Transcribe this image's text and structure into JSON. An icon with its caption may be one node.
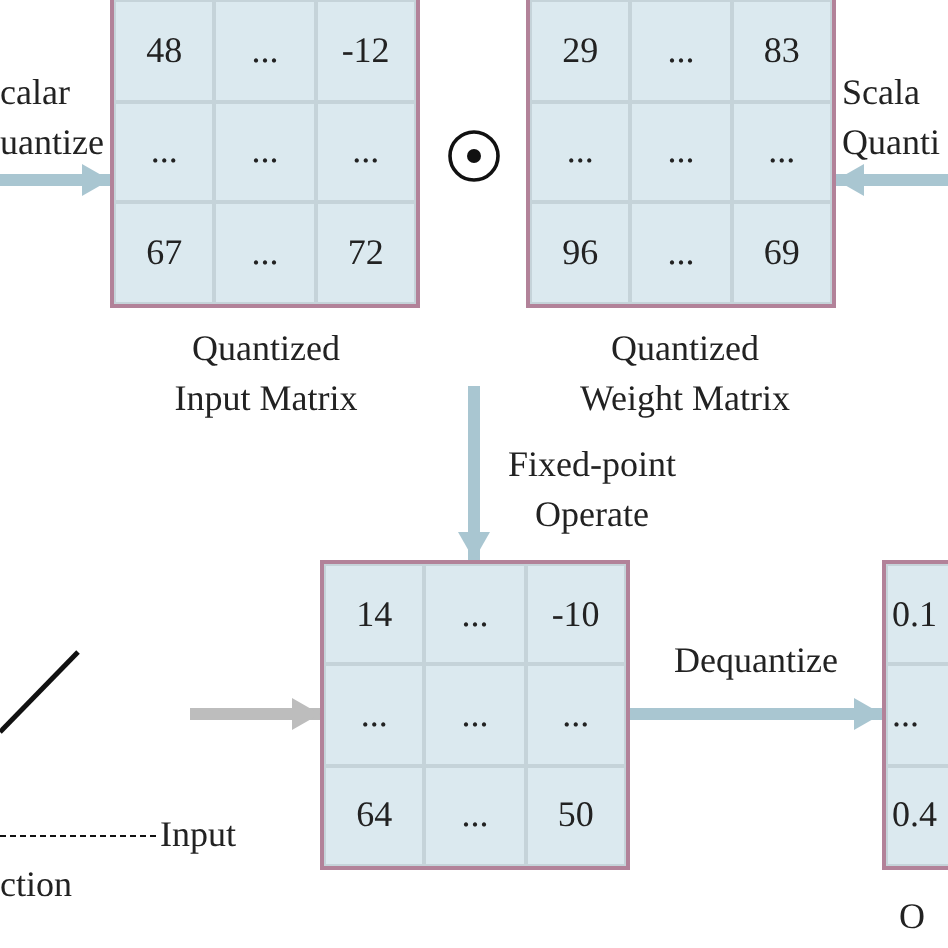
{
  "diagram": {
    "nodes": [
      {
        "text": [
          "48",
          "...",
          "-12",
          "...",
          "...",
          "...",
          "67",
          "...",
          "72"
        ],
        "beside": [
          "Quantized Input Matrix"
        ]
      },
      {
        "text": [
          "29",
          "...",
          "83",
          "...",
          "...",
          "...",
          "96",
          "...",
          "69"
        ],
        "beside": [
          "Quantized Weight Matrix"
        ]
      },
      {
        "text": [
          "14",
          "...",
          "-10",
          "...",
          "...",
          "...",
          "64",
          "...",
          "50"
        ]
      },
      {
        "text": [],
        "shape": "picture"
      },
      {
        "text": [
          "0.1",
          "...",
          "0.4"
        ],
        "beside": [
          "O"
        ]
      }
    ],
    "edges": [
      {
        "from": null,
        "to": 0,
        "arrow": "to",
        "label": "calar uantize"
      },
      {
        "from": null,
        "to": 1,
        "arrow": "to",
        "label": "Scala Quanti"
      },
      {
        "from": null,
        "to": 2,
        "arrow": "to",
        "label": "Fixed-point Operate"
      },
      {
        "from": 3,
        "to": 2,
        "arrow": "to",
        "color": "#bdbdbd"
      },
      {
        "from": 2,
        "to": 4,
        "arrow": "to",
        "label": "Dequantize"
      }
    ],
    "labels": [
      "Input",
      "ction"
    ]
  }
}
